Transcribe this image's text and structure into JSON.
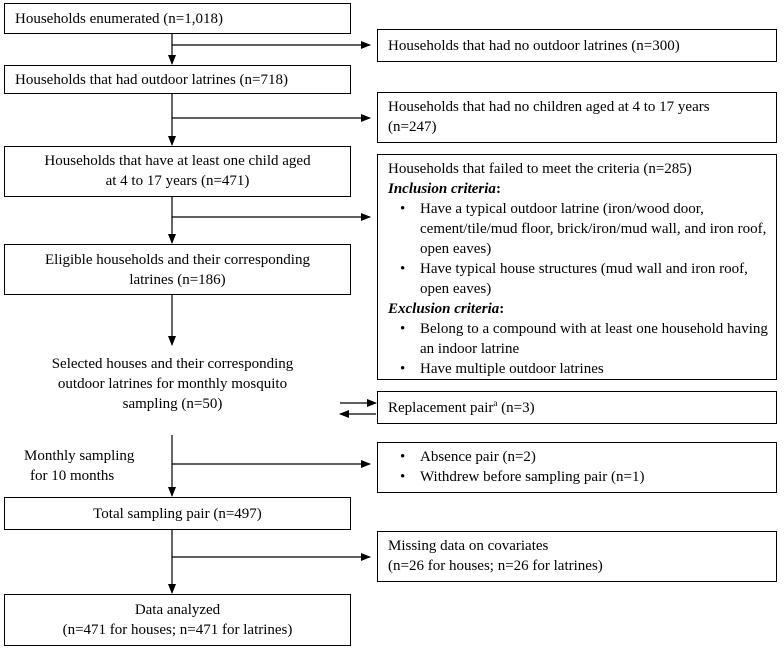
{
  "left": {
    "enumerated": "Households enumerated (n=1,018)",
    "outdoor": "Households that had outdoor latrines (n=718)",
    "child_1": "Households that have at least one child aged",
    "child_2": "at 4 to 17 years (n=471)",
    "eligible_1": "Eligible households and their corresponding",
    "eligible_2": "latrines (n=186)",
    "selected_1": "Selected houses and their corresponding",
    "selected_2": "outdoor latrines for monthly mosquito",
    "selected_3": "sampling (n=50)",
    "monthly_1": "Monthly sampling",
    "monthly_2": "for 10 months",
    "total": "Total sampling pair (n=497)",
    "analyzed_1": "Data analyzed",
    "analyzed_2": "(n=471 for houses; n=471 for latrines)"
  },
  "right": {
    "no_outdoor": "Households that had no outdoor latrines (n=300)",
    "no_children_1": "Households that had no children aged at 4 to 17 years",
    "no_children_2": "(n=247)",
    "failed_title": "Households that failed to meet the criteria  (n=285)",
    "inclusion_label": "Inclusion criteria",
    "inclusion_items": [
      "Have a typical outdoor latrine (iron/wood door, cement/tile/mud floor, brick/iron/mud wall, and iron roof, open eaves)",
      "Have typical house structures (mud wall and iron roof, open eaves)"
    ],
    "exclusion_label": "Exclusion criteria",
    "exclusion_items": [
      "Belong to a compound with at least one household having an indoor latrine",
      "Have multiple outdoor latrines"
    ],
    "colon": ":",
    "replacement": "Replacement pair",
    "replacement_sup": "a",
    "replacement_n": " (n=3)",
    "absence_items": [
      "Absence pair (n=2)",
      "Withdrew before sampling pair (n=1)"
    ],
    "missing_1": "Missing data on covariates",
    "missing_2": "(n=26 for houses; n=26 for latrines)"
  }
}
